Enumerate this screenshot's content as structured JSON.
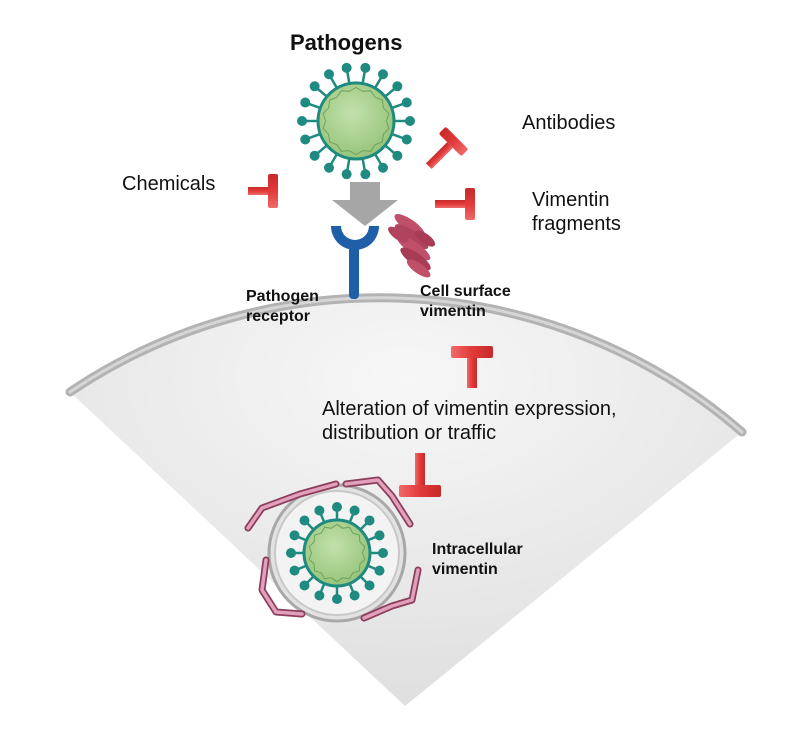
{
  "title": "Pathogens",
  "labels": {
    "chemicals": "Chemicals",
    "antibodies": "Antibodies",
    "vimentin_fragments": [
      "Vimentin",
      "fragments"
    ],
    "pathogen_receptor": [
      "Pathogen",
      "receptor"
    ],
    "cell_surface_vimentin": [
      "Cell surface",
      "vimentin"
    ],
    "alteration": [
      "Alteration of vimentin expression,",
      "distribution or traffic"
    ],
    "intracellular_vimentin": [
      "Intracellular",
      "vimentin"
    ]
  },
  "colors": {
    "inhibitor_red": "#e04040",
    "pathogen_spike": "#1f8a80",
    "pathogen_core": "#a8d08d",
    "receptor_blue": "#1f5fa8",
    "surface_vimentin": "#c0506a",
    "intracellular_vimentin": "#d07a9a",
    "cell_fill": "#ececec",
    "membrane": "#b8b8b8",
    "arrow_gray": "#a8a8a8"
  }
}
